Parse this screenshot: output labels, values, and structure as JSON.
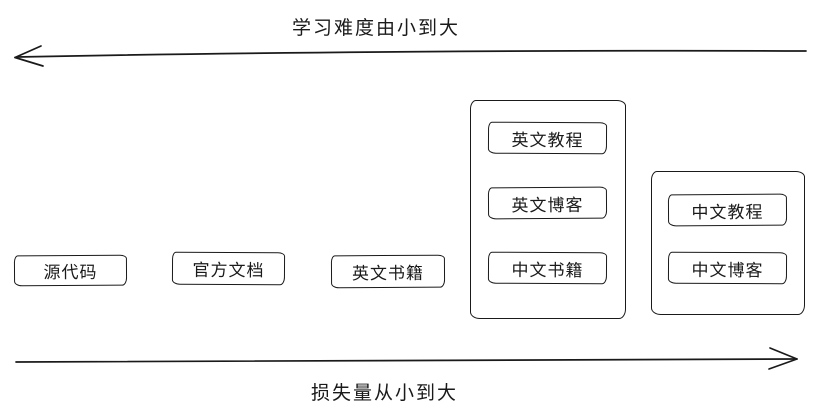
{
  "colors": {
    "ink": "#1a1a1a",
    "background": "#ffffff"
  },
  "top_axis": {
    "label": "学习难度由小到大",
    "direction": "left"
  },
  "bottom_axis": {
    "label": "损失量从小到大",
    "direction": "right"
  },
  "items": [
    {
      "label": "源代码"
    },
    {
      "label": "官方文档"
    },
    {
      "label": "英文书籍"
    }
  ],
  "groups": [
    {
      "items": [
        {
          "label": "英文教程"
        },
        {
          "label": "英文博客"
        },
        {
          "label": "中文书籍"
        }
      ]
    },
    {
      "items": [
        {
          "label": "中文教程"
        },
        {
          "label": "中文博客"
        }
      ]
    }
  ]
}
